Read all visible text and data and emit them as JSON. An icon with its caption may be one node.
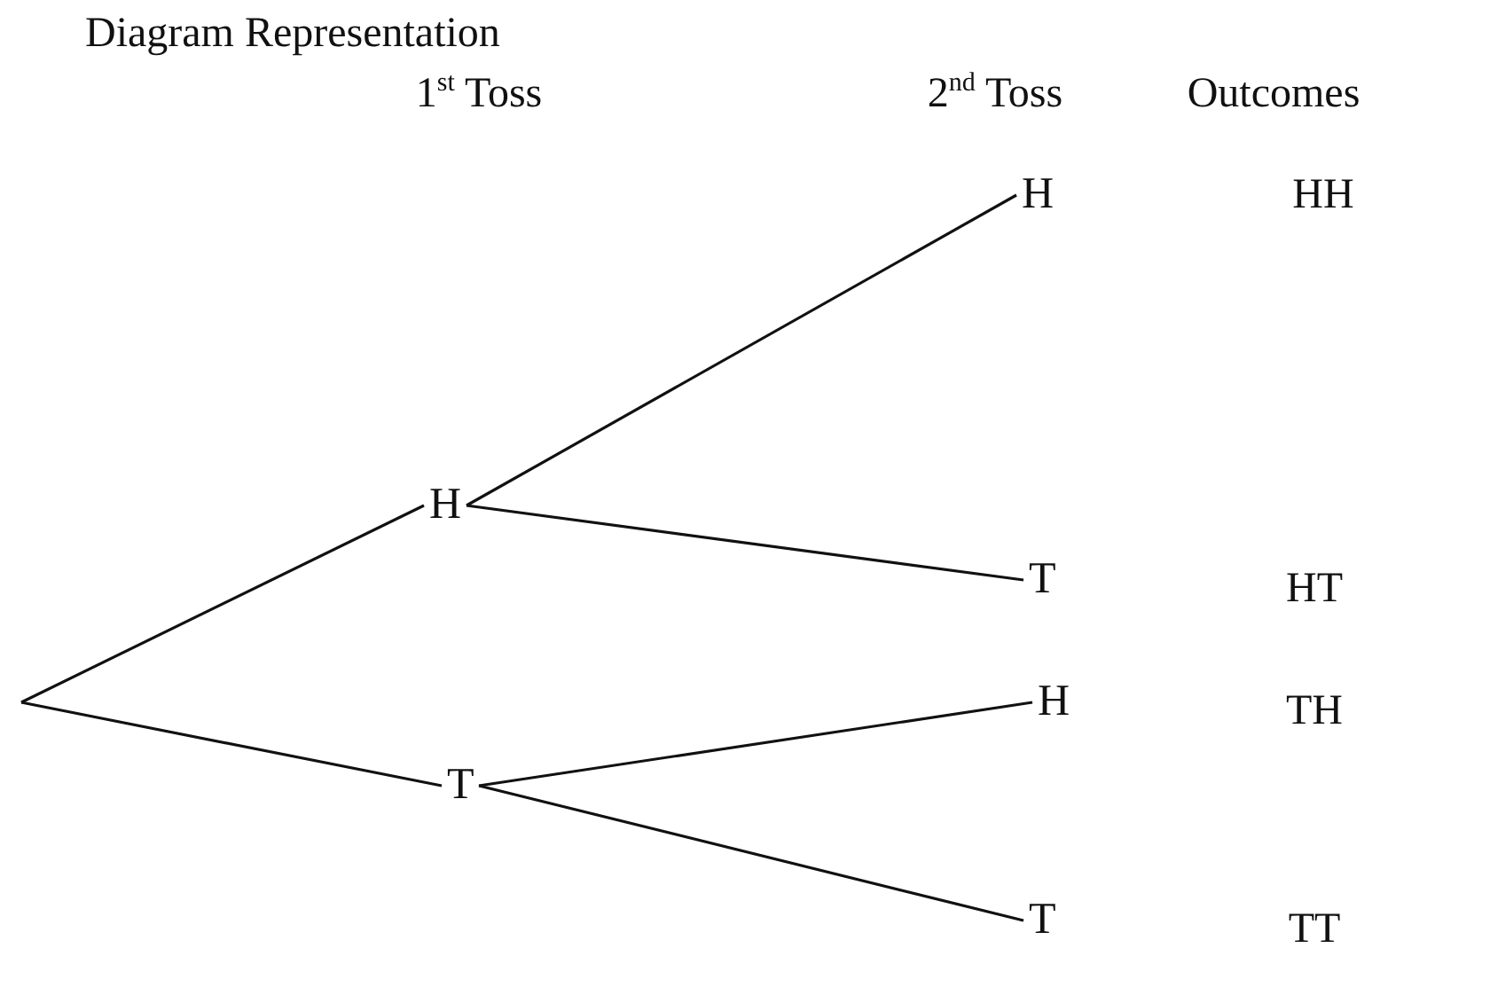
{
  "diagram": {
    "title": "Diagram Representation",
    "nodes": [
      {
        "text": [
          "H"
        ]
      },
      {
        "text": [
          "T"
        ]
      },
      {
        "text": [
          "H"
        ]
      },
      {
        "text": [
          "T"
        ]
      },
      {
        "text": [
          "H"
        ]
      },
      {
        "text": [
          "T"
        ]
      }
    ],
    "edges": [
      {
        "from": null,
        "to": 0,
        "arrow": "none"
      },
      {
        "from": null,
        "to": 1,
        "arrow": "none"
      },
      {
        "from": 0,
        "to": 2,
        "arrow": "none"
      },
      {
        "from": 0,
        "to": 3,
        "arrow": "none"
      },
      {
        "from": 1,
        "to": 4,
        "arrow": "none"
      },
      {
        "from": 1,
        "to": 5,
        "arrow": "none"
      }
    ],
    "labels": [
      "1$^{st}$ Toss",
      "2$^{nd}$ Toss",
      "Outcomes",
      "HH",
      "HT",
      "TH",
      "TT"
    ]
  }
}
